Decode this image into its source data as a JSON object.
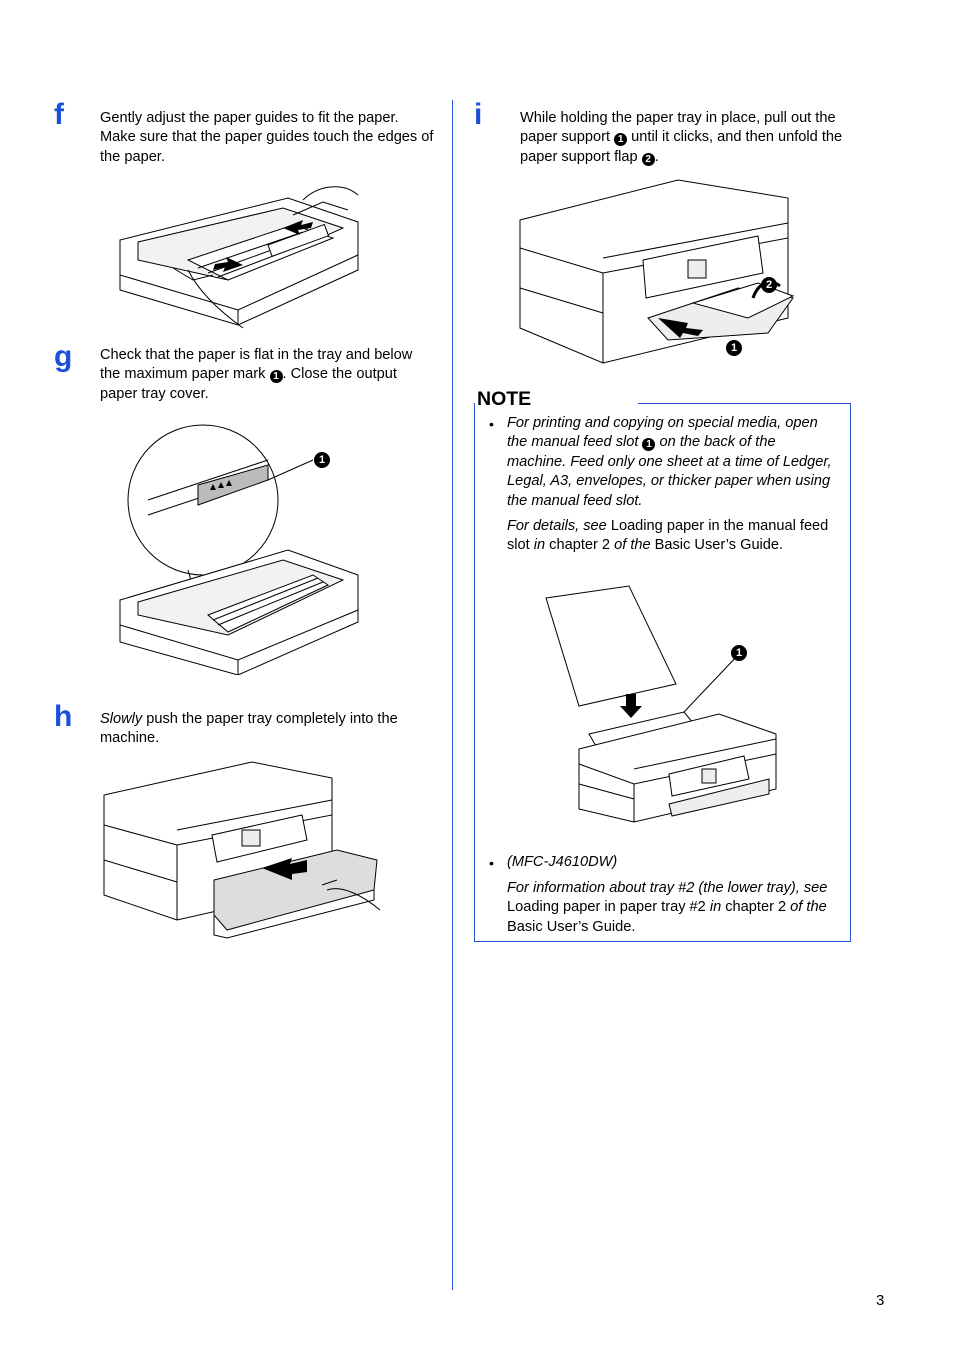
{
  "steps": {
    "f": {
      "letter": "f",
      "text": "Gently adjust the paper guides to fit the paper. Make sure that the paper guides touch the edges of the paper."
    },
    "g": {
      "letter": "g",
      "text_a": "Check that the paper is flat in the tray and below the maximum paper mark ",
      "text_b": ". Close the output paper tray cover.",
      "callout": "1"
    },
    "h": {
      "letter": "h",
      "text_italic": "Slowly",
      "text_rest": " push the paper tray completely into the machine."
    },
    "i": {
      "letter": "i",
      "text_a": "While holding the paper tray in place, pull out the paper support ",
      "callout_1": "1",
      "text_b": " until it clicks, and then unfold the paper support flap ",
      "callout_2": "2",
      "text_c": "."
    }
  },
  "note": {
    "title": "NOTE",
    "bullet": "•",
    "item1_a": "For printing and copying on special media, open the manual feed slot ",
    "item1_callout": "1",
    "item1_b": " on the back of the machine. Feed only one sheet at a time of Ledger, Legal, A3, envelopes, or thicker paper when using the manual feed slot.",
    "details_1": "For details, see",
    "details_2": " Loading paper in the manual feed slot ",
    "details_3": "in",
    "details_4": " chapter 2 ",
    "details_5": "of the",
    "details_6": " Basic User’s Guide.",
    "item2_model": "(MFC-J4610DW)",
    "item2_1": "For information about tray #2 (the lower tray), ",
    "item2_2": "see",
    "item2_3": " Loading paper in paper tray #2 ",
    "item2_4": "in",
    "item2_5": " chapter 2 ",
    "item2_6": "of the",
    "item2_7": " Basic User’s Guide."
  },
  "illustration_callouts": {
    "g": "1",
    "i_support": "1",
    "i_flap": "2",
    "note": "1"
  },
  "page_number": "3",
  "colors": {
    "accent": "#1a4fd8",
    "rule": "#2b56d6"
  }
}
